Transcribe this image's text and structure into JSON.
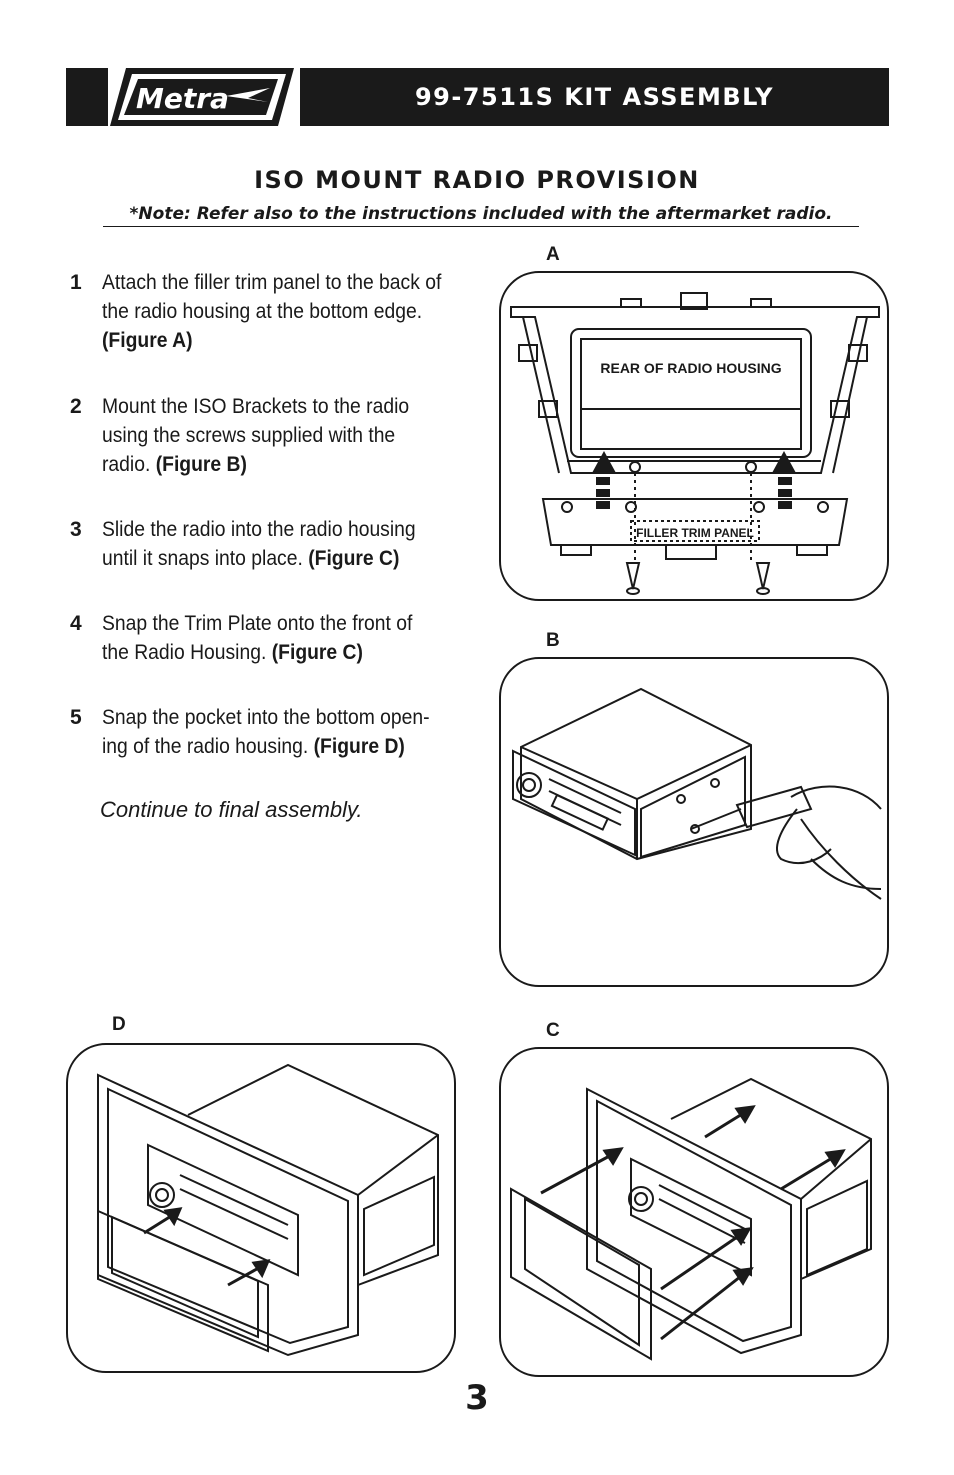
{
  "header": {
    "logo_text": "Metra",
    "title": "99-7511S KIT ASSEMBLY"
  },
  "section": {
    "title": "ISO MOUNT RADIO PROVISION",
    "note": "*Note: Refer also to the instructions included with the aftermarket radio."
  },
  "steps": [
    {
      "num": "1",
      "text": "Attach the filler trim panel to the back of the radio housing at the bottom edge.",
      "figure": "(Figure A)"
    },
    {
      "num": "2",
      "text": "Mount the ISO Brackets to the radio using the screws supplied with the radio.",
      "figure": "(Figure B)"
    },
    {
      "num": "3",
      "text": "Slide the radio into the radio housing until it snaps into place.",
      "figure": "(Figure C)"
    },
    {
      "num": "4",
      "text": "Snap the Trim Plate onto the front of the Radio Housing.",
      "figure": "(Figure C)"
    },
    {
      "num": "5",
      "text": "Snap the pocket into the bottom open-ing of the radio housing.",
      "figure": "(Figure D)"
    }
  ],
  "continue_text": "Continue to final assembly.",
  "figures": {
    "a": {
      "label": "A",
      "rear_label": "REAR OF RADIO HOUSING",
      "filler_label": "FILLER TRIM PANEL"
    },
    "b": {
      "label": "B"
    },
    "c": {
      "label": "C"
    },
    "d": {
      "label": "D"
    }
  },
  "page_number": "3"
}
